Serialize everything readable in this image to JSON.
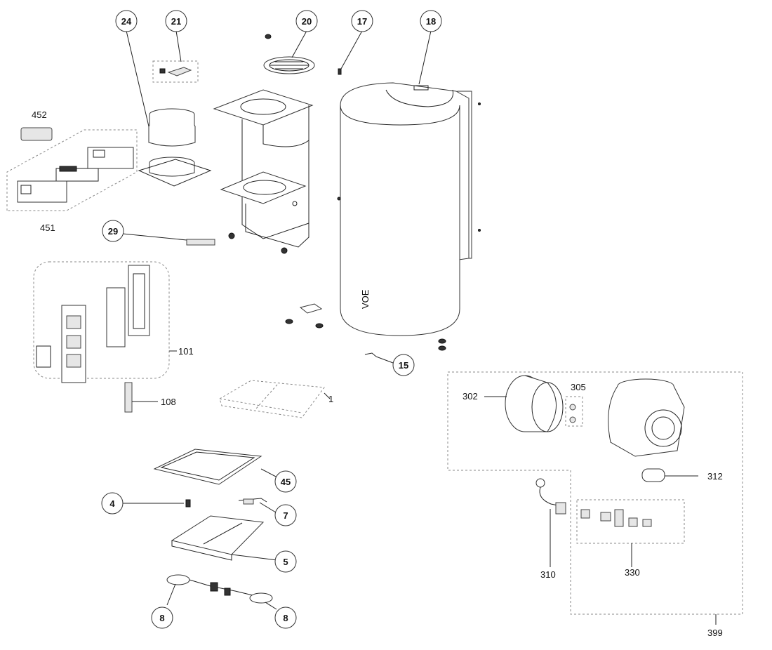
{
  "callouts": {
    "c24": "24",
    "c21": "21",
    "c20": "20",
    "c17": "17",
    "c18": "18",
    "c29": "29",
    "c15": "15",
    "c45": "45",
    "c4": "4",
    "c7": "7",
    "c5": "5",
    "c8a": "8",
    "c8b": "8"
  },
  "labels": {
    "l452": "452",
    "l451": "451",
    "l101": "101",
    "l108": "108",
    "l1": "1",
    "l302": "302",
    "l305": "305",
    "l312": "312",
    "l310": "310",
    "l330": "330",
    "l399": "399"
  },
  "text_on_part": "VOE"
}
